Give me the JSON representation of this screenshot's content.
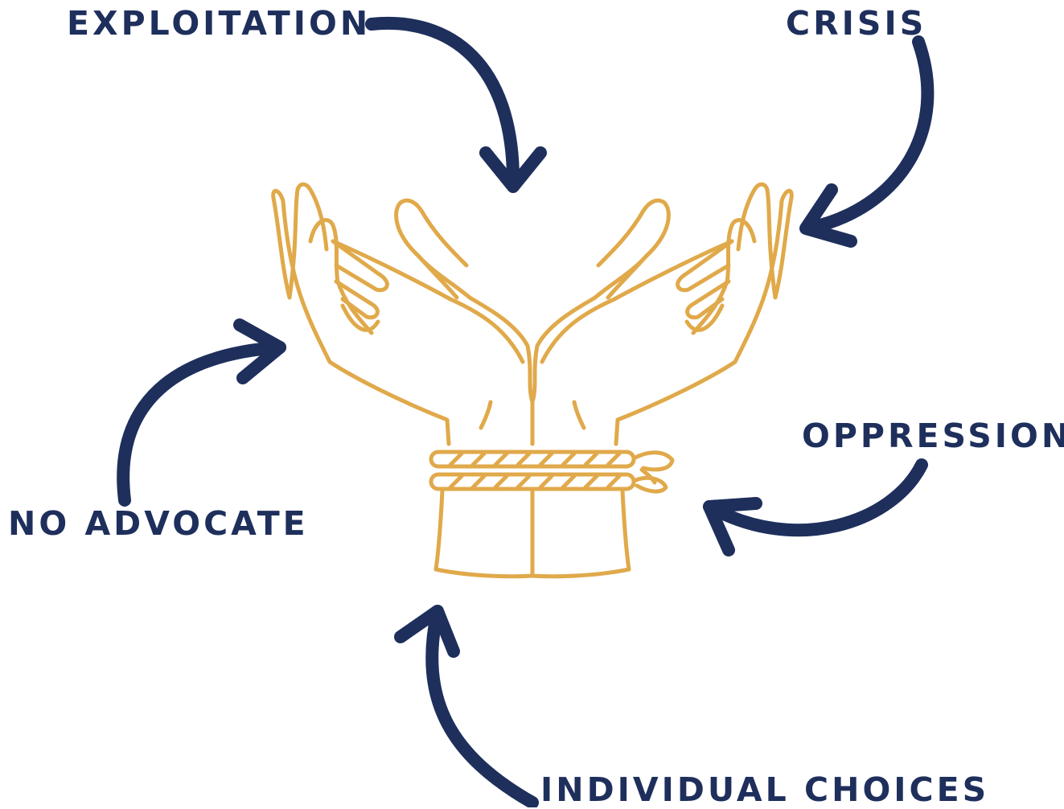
{
  "colors": {
    "label": "#1e2f5c",
    "arrow": "#1e2f5c",
    "illustration": "#e0a94a",
    "background": "#ffffff"
  },
  "illustration": {
    "subject": "hands-bound-with-rope-icon"
  },
  "factors": [
    {
      "label": "EXPLOITATION"
    },
    {
      "label": "CRISIS"
    },
    {
      "label": "OPPRESSION"
    },
    {
      "label": "NO ADVOCATE"
    },
    {
      "label": "INDIVIDUAL CHOICES"
    }
  ]
}
